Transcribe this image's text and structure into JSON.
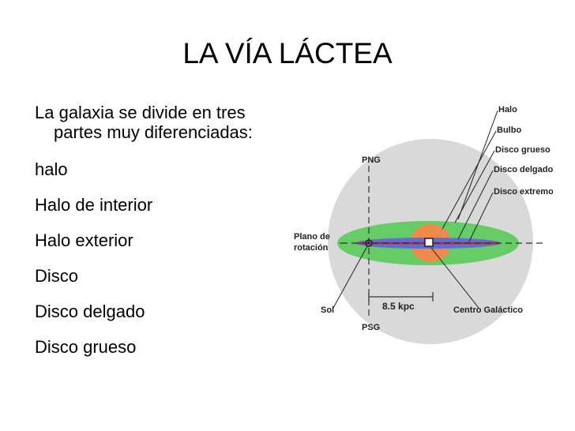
{
  "slide": {
    "title": "LA VÍA LÁCTEA",
    "bullets": [
      "La galaxia se divide en tres partes muy diferenciadas:",
      "halo",
      "Halo de interior",
      "Halo exterior",
      "Disco",
      "Disco delgado",
      "Disco grueso"
    ]
  },
  "diagram": {
    "labels": {
      "halo": "Halo",
      "bulbo": "Bulbo",
      "disco_grueso": "Disco grueso",
      "disco_delgado": "Disco delgado",
      "disco_extremo": "Disco extremo",
      "png": "PNG",
      "psg": "PSG",
      "plano_1": "Plano de",
      "plano_2": "rotación",
      "sol": "Sol",
      "distancia": "8.5 kpc",
      "centro": "Centro Galáctico"
    },
    "colors": {
      "halo": "#d9d9d9",
      "thick_disk": "#66cc66",
      "thin_disk": "#5b6fd6",
      "bulge": "#f08a4b",
      "center_line": "#d21f1f"
    }
  }
}
